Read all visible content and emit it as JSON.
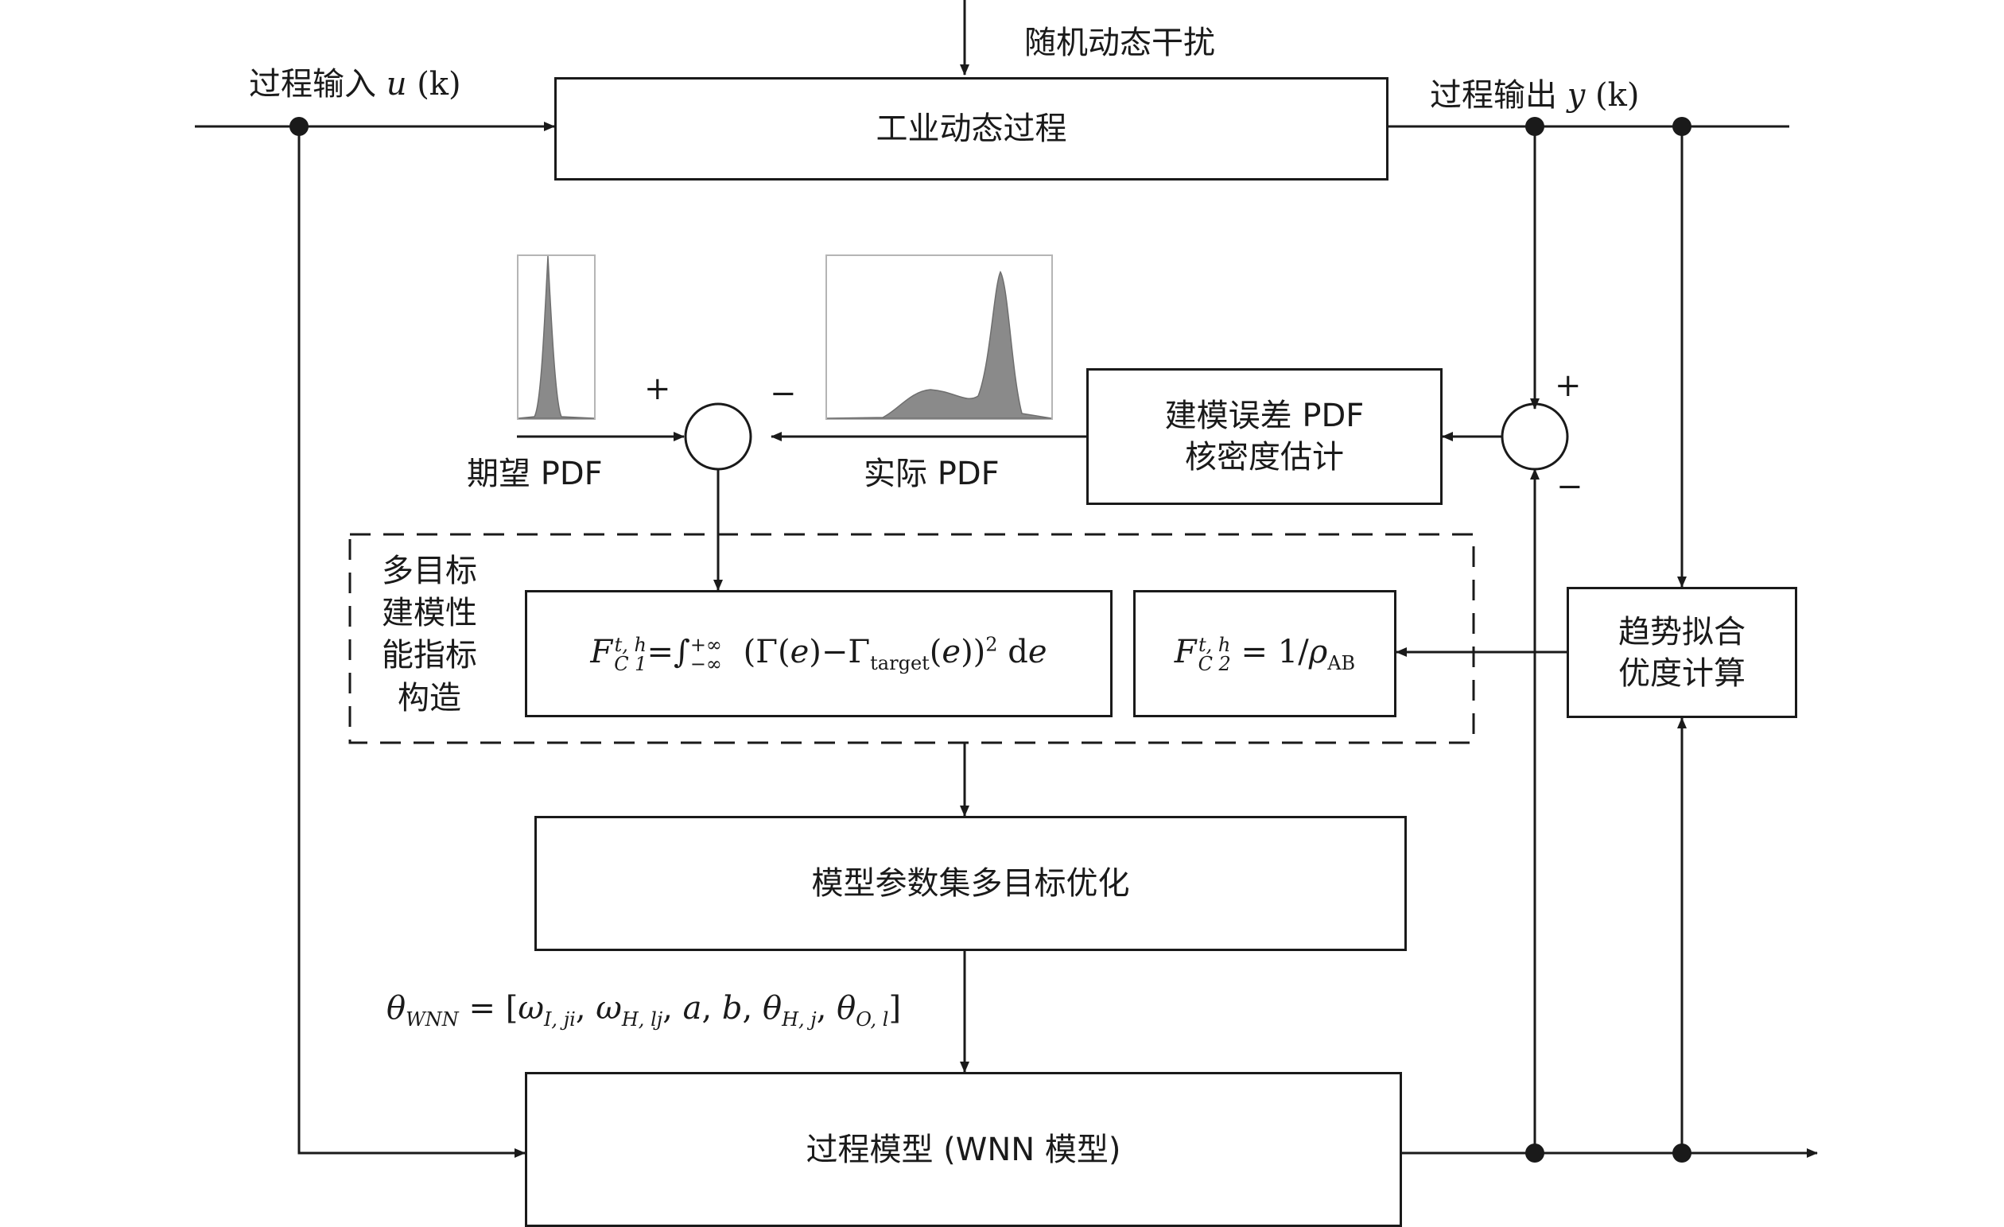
{
  "disturbance": "随机动态干扰",
  "input_label": "过程输入",
  "input_var": "u",
  "input_arg": "(k)",
  "output_label": "过程输出",
  "output_var": "y",
  "output_arg": "(k)",
  "plant": "工业动态过程",
  "pdf_estimator_line1": "建模误差 PDF",
  "pdf_estimator_line2": "核密度估计",
  "desired_pdf": "期望 PDF",
  "actual_pdf": "实际 PDF",
  "plus": "+",
  "minus": "−",
  "multi_obj_lines": [
    "多目标",
    "建模性",
    "能指标",
    "构造"
  ],
  "trend_line1": "趋势拟合",
  "trend_line2": "优度计算",
  "optimizer": "模型参数集多目标优化",
  "model": "过程模型 (WNN 模型)",
  "f1": {
    "F": "F",
    "sup": "t, h",
    "sub": "C 1",
    "eq": "=∫",
    "int_sup": "+∞",
    "int_sub": "−∞",
    "body_a": "(Γ(",
    "e1": "e",
    "body_b": ")−Γ",
    "target": "target",
    "body_c": "(",
    "e2": "e",
    "body_d": "))",
    "sq": "2",
    "d": " d",
    "e3": "e"
  },
  "f2": {
    "F": "F",
    "sup": "t, h",
    "sub": "C 2",
    "eq": " = 1/",
    "rho": "ρ",
    "rho_sub": "AB"
  },
  "theta": {
    "theta": "θ",
    "wnn": "WNN",
    "eq": " = [",
    "w": "ω",
    "s1": "I, ji",
    "s2": "H, lj",
    "a": "a",
    "b": "b",
    "s3": "H, j",
    "s4": "O, l",
    "comma": ", ",
    "close": "]"
  }
}
